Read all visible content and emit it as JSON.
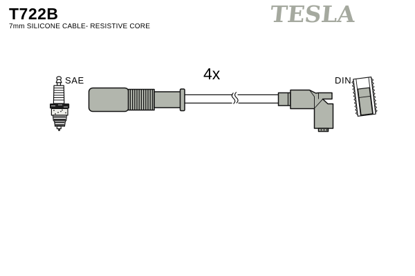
{
  "header": {
    "part_number": "T722B",
    "description": "7mm SILICONE CABLE- RESISTIVE CORE",
    "brand": "TESLA"
  },
  "diagram": {
    "quantity_label": "4x",
    "sae_label": "SAE",
    "din_label": "DIN"
  },
  "colors": {
    "brand_gray": "#a5a99f",
    "part_fill": "#b2b6ad",
    "outline": "#111111",
    "background": "#ffffff"
  }
}
